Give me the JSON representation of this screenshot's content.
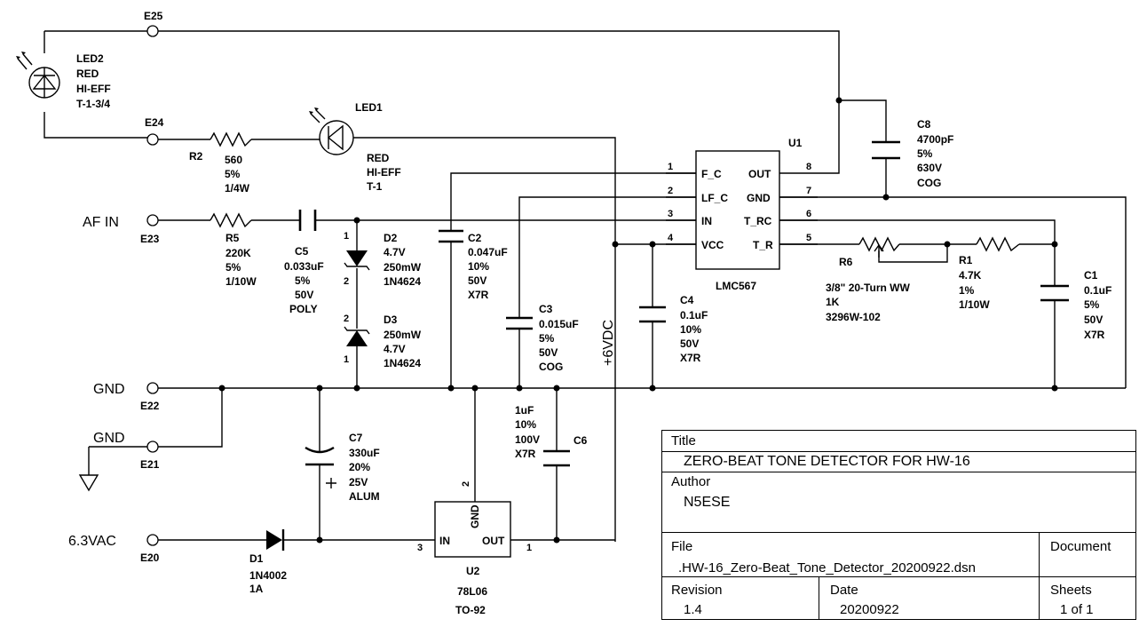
{
  "terminals": {
    "e25": "E25",
    "e24": "E24",
    "e23": "E23",
    "e22": "E22",
    "e21": "E21",
    "e20": "E20",
    "af_in": "AF IN",
    "gnd1": "GND",
    "gnd2": "GND",
    "vac": "6.3VAC",
    "rail": "+6VDC"
  },
  "components": {
    "led2": [
      "LED2",
      "RED",
      "HI-EFF",
      "T-1-3/4"
    ],
    "led1": [
      "LED1",
      "RED",
      "HI-EFF",
      "T-1"
    ],
    "r2": {
      "ref": "R2",
      "vals": [
        "560",
        "5%",
        "1/4W"
      ]
    },
    "r5": {
      "ref": "R5",
      "vals": [
        "220K",
        "5%",
        "1/10W"
      ]
    },
    "c5": [
      "C5",
      "0.033uF",
      "5%",
      "50V",
      "POLY"
    ],
    "d2": [
      "D2",
      "4.7V",
      "250mW",
      "1N4624"
    ],
    "d3": [
      "D3",
      "250mW",
      "4.7V",
      "1N4624"
    ],
    "c2": [
      "C2",
      "0.047uF",
      "10%",
      "50V",
      "X7R"
    ],
    "c3": [
      "C3",
      "0.015uF",
      "5%",
      "50V",
      "COG"
    ],
    "c4": [
      "C4",
      "0.1uF",
      "10%",
      "50V",
      "X7R"
    ],
    "c6": {
      "ref": "C6",
      "vals": [
        "1uF",
        "10%",
        "100V",
        "X7R"
      ]
    },
    "c7": [
      "C7",
      "330uF",
      "20%",
      "25V",
      "ALUM"
    ],
    "c8": [
      "C8",
      "4700pF",
      "5%",
      "630V",
      "COG"
    ],
    "c1": [
      "C1",
      "0.1uF",
      "5%",
      "50V",
      "X7R"
    ],
    "r6": {
      "ref": "R6",
      "vals": [
        "3/8\" 20-Turn WW",
        "1K",
        "3296W-102"
      ]
    },
    "r1": [
      "R1",
      "4.7K",
      "1%",
      "1/10W"
    ],
    "d1": [
      "D1",
      "1N4002",
      "1A"
    ],
    "u1": {
      "ref": "U1",
      "part": "LMC567",
      "pins_left": [
        "F_C",
        "LF_C",
        "IN",
        "VCC"
      ],
      "pins_right": [
        "OUT",
        "GND",
        "T_RC",
        "T_R"
      ],
      "nums_left": [
        "1",
        "2",
        "3",
        "4"
      ],
      "nums_right": [
        "8",
        "7",
        "6",
        "5"
      ]
    },
    "u2": {
      "ref": "U2",
      "part": "78L06",
      "pkg": "TO-92",
      "pin_in": "IN",
      "pin_out": "OUT",
      "pin_gnd": "GND",
      "n_in": "3",
      "n_out": "1",
      "n_gnd": "2"
    },
    "zener_pins": {
      "d2_top": "1",
      "d2_bot": "2",
      "d3_top": "2",
      "d3_bot": "1"
    }
  },
  "title_block": {
    "title_label": "Title",
    "title": "ZERO-BEAT TONE DETECTOR FOR HW-16",
    "author_label": "Author",
    "author": "N5ESE",
    "file_label": "File",
    "file": ".HW-16_Zero-Beat_Tone_Detector_20200922.dsn",
    "document_label": "Document",
    "revision_label": "Revision",
    "revision": "1.4",
    "date_label": "Date",
    "date": "20200922",
    "sheets_label": "Sheets",
    "sheets": "1 of 1"
  }
}
